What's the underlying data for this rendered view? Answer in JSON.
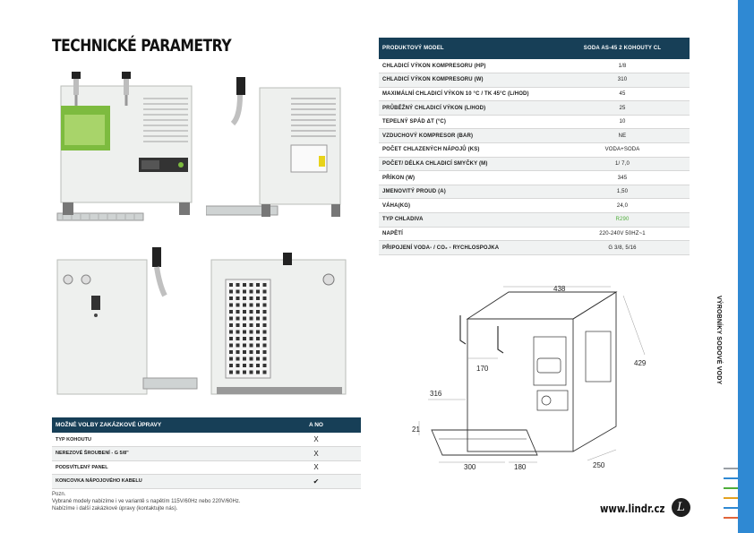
{
  "title": "TECHNICKÉ PARAMETRY",
  "side_label": "VÝROBNÍKY SODOVÉ VODY",
  "side_colors": [
    "#9aa0a6",
    "#2f89d3",
    "#4fae3a",
    "#e3a221",
    "#2f89d3",
    "#e1653a"
  ],
  "spec_table": {
    "header": [
      "PRODUKTOVÝ MODEL",
      "SODA AS-45 2 KOHOUTY CL"
    ],
    "rows": [
      {
        "label": "CHLADICÍ VÝKON KOMPRESORU (HP)",
        "value": "1/8"
      },
      {
        "label": "CHLADICÍ VÝKON KOMPRESORU (W)",
        "value": "310"
      },
      {
        "label": "MAXIMÁLNÍ CHLADICÍ VÝKON 10 °C / TK 45°C (L/HOD)",
        "value": "45"
      },
      {
        "label": " PRŮBĚŽNÝ CHLADICÍ VÝKON (L/HOD)",
        "value": "25"
      },
      {
        "label": "TEPELNÝ SPÁD ΔT (°C)",
        "value": "10"
      },
      {
        "label": "VZDUCHOVÝ KOMPRESOR (BAR)",
        "value": "NE"
      },
      {
        "label": "POČET CHLAZENÝCH NÁPOJŮ (KS)",
        "value": "VODA+SODA"
      },
      {
        "label": "POČET/ DÉLKA CHLADICÍ SMYČKY (M)",
        "value": "1/ 7,0"
      },
      {
        "label": "PŘÍKON (W)",
        "value": "345"
      },
      {
        "label": "JMENOVITÝ PROUD (A)",
        "value": "1,50"
      },
      {
        "label": "VÁHA(KG)",
        "value": "24,0"
      },
      {
        "label": "TYP CHLADIVA",
        "value": "R290",
        "green": true
      },
      {
        "label": "NAPĚTÍ",
        "value": "220-240V 50HZ~1"
      },
      {
        "label": "PŘIPOJENÍ VODA- / CO₂ - RYCHLOSPOJKA",
        "value": "G 3/8, 5/16"
      }
    ]
  },
  "options_table": {
    "header": [
      "MOŽNÉ VOLBY ZAKÁZKOVÉ ÚPRAVY",
      "A NO"
    ],
    "rows": [
      {
        "label": "TYP KOHOUTU",
        "value": "X"
      },
      {
        "label": "NEREZOVÉ ŠROUBENÍ - G 5/8\"",
        "value": "X"
      },
      {
        "label": "PODSVÍTLENÝ PANEL",
        "value": "X"
      },
      {
        "label": "KONCOVKA NÁPOJOVÉHO KABELU",
        "value": "✔"
      }
    ]
  },
  "note": {
    "line1": "Pozn.",
    "line2": "Vybrané modely nabízíme i ve variantě s napětím 115V/60Hz nebo 220V/60Hz.",
    "line3": "Nabízíme i další zakázkové úpravy (kontaktujte nás)."
  },
  "dimensions": {
    "width": "438",
    "depth": "429",
    "tap_height": "170",
    "tray_height": "316",
    "tray_h": "21",
    "tray_w": "300",
    "tray_d": "180",
    "base_d": "250"
  },
  "website": "www.lindr.cz",
  "logo_letter": "L"
}
